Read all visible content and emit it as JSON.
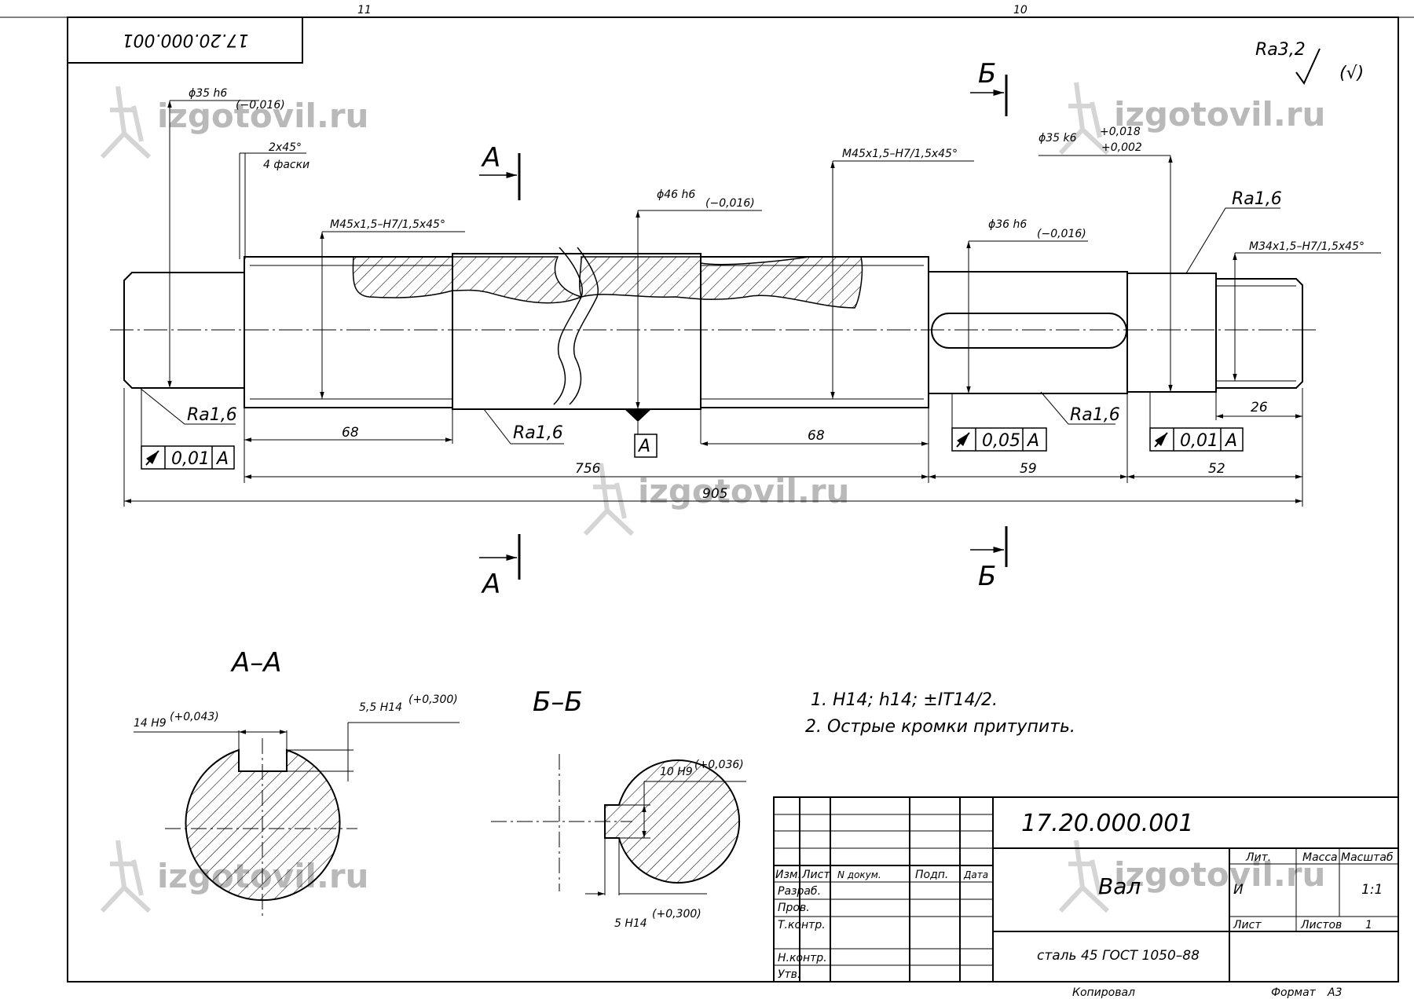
{
  "sheet": {
    "zone_left": "11",
    "zone_right": "10",
    "stamp_mirrored": "17.20.000.001",
    "watermark": "izgotovil.ru",
    "roughness_main": "Ra3,2",
    "roughness_other": "(√)"
  },
  "shaft": {
    "dims": {
      "d35h6": "ϕ35 h6",
      "d35h6_tol": "(−0,016)",
      "chamfer": "2x45°",
      "chamfer_note": "4 фаски",
      "thread_left": "M45x1,5–H7/1,5x45°",
      "d46h6": "ϕ46 h6",
      "d46h6_tol": "(−0,016)",
      "thread_mid": "M45x1,5–H7/1,5x45°",
      "d35k6": "ϕ35 k6",
      "d35k6_tol_up": "+0,018",
      "d35k6_tol_low": "+0,002",
      "d36h6": "ϕ36 h6",
      "d36h6_tol": "(−0,016)",
      "thread_right": "M34x1,5–H7/1,5x45°",
      "len_68_left": "68",
      "len_68_right": "68",
      "len_756": "756",
      "len_905": "905",
      "len_59": "59",
      "len_52": "52",
      "len_26": "26"
    },
    "roughness": {
      "left": "Ra1,6",
      "mid": "Ra1,6",
      "key": "Ra1,6",
      "right_top": "Ra1,6"
    },
    "tolerance_frames": [
      {
        "value": "0,01",
        "datum": "A"
      },
      {
        "value": "0,05",
        "datum": "A"
      },
      {
        "value": "0,01",
        "datum": "A"
      }
    ],
    "datum_label": "A",
    "section_marks": {
      "a": "A",
      "b": "Б"
    }
  },
  "sections": {
    "aa": {
      "title": "A–A",
      "key_width": "14 H9",
      "key_width_tol": "(+0,043)",
      "key_depth": "5,5 H14",
      "key_depth_tol": "(+0,300)"
    },
    "bb": {
      "title": "Б–Б",
      "key_width": "10 H9",
      "key_width_tol": "(+0,036)",
      "key_depth": "5 H14",
      "key_depth_tol": "(+0,300)"
    }
  },
  "notes": [
    "1. H14; h14; ±IT14/2.",
    "2. Острые кромки притупить."
  ],
  "title_block": {
    "designation": "17.20.000.001",
    "name": "Вал",
    "material": "сталь 45 ГОСТ 1050–88",
    "col_izm": "Изм.",
    "col_list": "Лист",
    "col_ndoc": "N докум.",
    "col_podp": "Подп.",
    "col_data": "Дата",
    "row_razrab": "Разраб.",
    "row_prov": "Пров.",
    "row_tkontr": "Т.контр.",
    "row_nkontr": "Н.контр.",
    "row_utv": "Утв.",
    "lit": "Лит.",
    "mass": "Масса",
    "scale": "Масштаб",
    "lit_value": "И",
    "scale_value": "1:1",
    "sheet": "Лист",
    "sheets": "Листов",
    "sheets_value": "1",
    "copied": "Копировал",
    "format": "Формат",
    "format_value": "А3"
  }
}
